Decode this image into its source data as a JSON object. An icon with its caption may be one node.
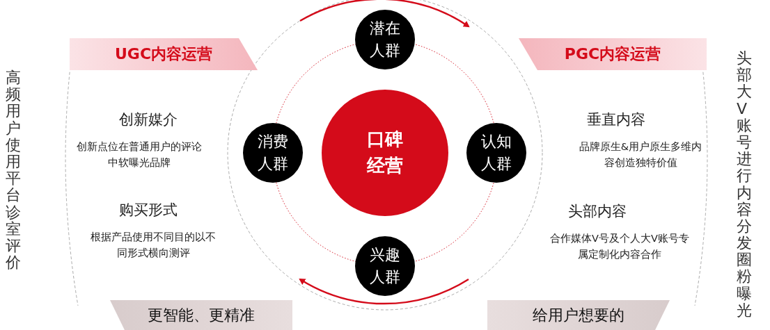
{
  "diagram": {
    "nodes": [
      {
        "text": [
          "口碑经营"
        ]
      },
      {
        "text": [
          "潜在人群"
        ]
      },
      {
        "text": [
          "消费人群"
        ]
      },
      {
        "text": [
          "认知人群"
        ]
      },
      {
        "text": [
          "兴趣人群"
        ]
      },
      {
        "text": [
          "UGC内容运营"
        ]
      },
      {
        "text": [
          "PGC内容运营"
        ]
      },
      {
        "text": [
          "更智能、更精准"
        ]
      },
      {
        "text": [
          "给用户想要的"
        ]
      }
    ],
    "labels": [
      "高频用户使用平台诊室评价",
      "创新媒介",
      "创新点位在普通用户的评论中软曝光品牌",
      "购买形式",
      "根据产品使用不同目的以不同形式横向测评",
      "垂直内容",
      "品牌原生&用户原生多维内容创造独特价值",
      "头部内容",
      "合作媒体V号及个人大V账号专属定制化内容合作",
      "头部大V账号进行内容分发圈粉曝光"
    ]
  }
}
